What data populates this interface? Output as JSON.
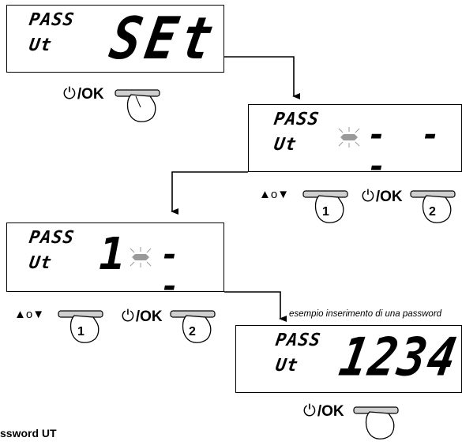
{
  "panels": {
    "p1": {
      "label_top": "PASS",
      "label_bottom": "Ut",
      "value": "SEt"
    },
    "p2": {
      "label_top": "PASS",
      "label_bottom": "Ut",
      "value": "- - -"
    },
    "p3": {
      "label_top": "PASS",
      "label_bottom": "Ut",
      "digit": "1",
      "value": "- -"
    },
    "p4": {
      "label_top": "PASS",
      "label_bottom": "Ut",
      "value": "1234"
    }
  },
  "buttons": {
    "ok_label": "/OK",
    "power_symbol": "⏻",
    "arrows_label": "▲o▼",
    "step1": "1",
    "step2": "2"
  },
  "caption": "esempio inserimento di una password",
  "heading": "ssword UT"
}
